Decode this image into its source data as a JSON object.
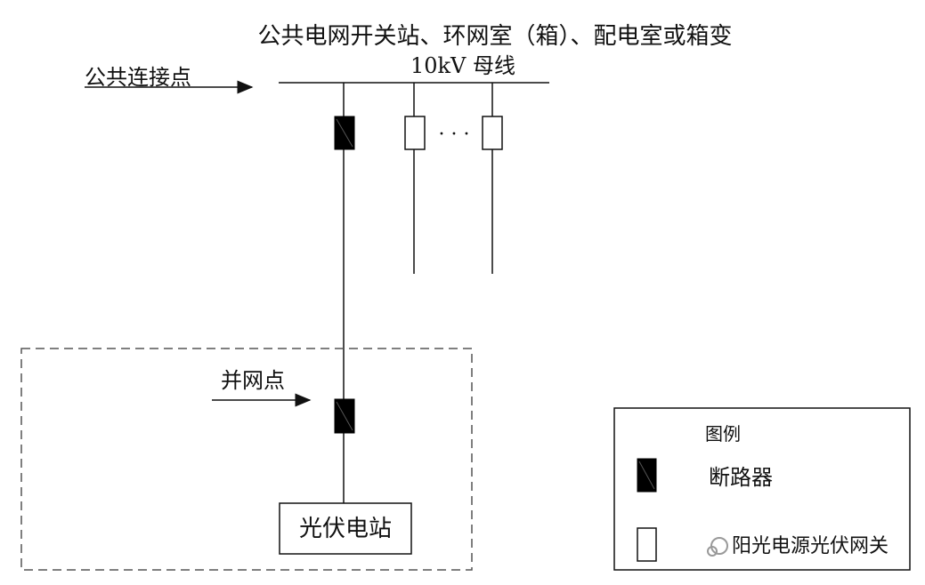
{
  "title": "公共电网开关站、环网室（箱）、配电室或箱变",
  "bus_label": "10kV 母线",
  "public_connection_point": "公共连接点",
  "grid_connection_point": "并网点",
  "pv_station": "光伏电站",
  "ellipsis": "· · ·",
  "legend": {
    "title": "图例",
    "breaker": "断路器",
    "watermark": "阳光电源光伏网关"
  },
  "colors": {
    "line": "#111111",
    "breaker_fill": "#000000",
    "dashed_border": "#555555",
    "background": "#ffffff"
  }
}
